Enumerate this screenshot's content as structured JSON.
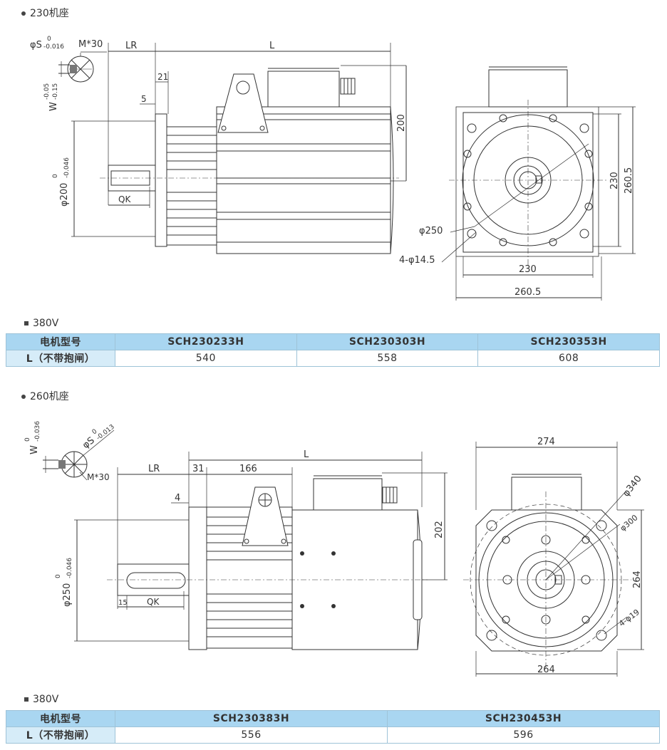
{
  "section1": {
    "title": "230机座",
    "voltage": "380V",
    "table": {
      "header_label": "电机型号",
      "row_label": "L（不带抱闸）",
      "models": [
        "SCH230233H",
        "SCH230303H",
        "SCH230353H"
      ],
      "values": [
        "540",
        "558",
        "608"
      ]
    },
    "dims": {
      "phi_s": "φS",
      "phi_s_tol_top": "0",
      "phi_s_tol_bot": "-0.016",
      "thread": "M*30",
      "w": "W",
      "w_tol_top": "-0.05",
      "w_tol_bot": "-0.15",
      "lr": "LR",
      "l": "L",
      "d21": "21",
      "d5": "5",
      "h200": "200",
      "phi200": "φ200",
      "phi200_tol_top": "0",
      "phi200_tol_bot": "-0.046",
      "qk": "QK",
      "phi250": "φ250",
      "holes": "4-φ14.5",
      "h230": "230",
      "h260": "260.5",
      "w230": "230",
      "w260": "260.5"
    }
  },
  "section2": {
    "title": "260机座",
    "voltage": "380V",
    "table": {
      "header_label": "电机型号",
      "row_label": "L（不带抱闸）",
      "models": [
        "SCH230383H",
        "SCH230453H"
      ],
      "values": [
        "556",
        "596"
      ]
    },
    "dims": {
      "w": "W",
      "w_tol_top": "0",
      "w_tol_bot": "-0.036",
      "phi_s": "φS",
      "phi_s_tol_top": "0",
      "phi_s_tol_bot": "-0.013",
      "thread": "M*30",
      "l": "L",
      "lr": "LR",
      "d31": "31",
      "d166": "166",
      "d4": "4",
      "h202": "202",
      "phi250": "φ250",
      "phi250_tol_top": "0",
      "phi250_tol_bot": "-0.046",
      "d15": "15",
      "qk": "QK",
      "w274": "274",
      "phi340": "φ340",
      "phi300": "φ300",
      "h264": "264",
      "holes": "4-φ19",
      "w264": "264"
    }
  }
}
